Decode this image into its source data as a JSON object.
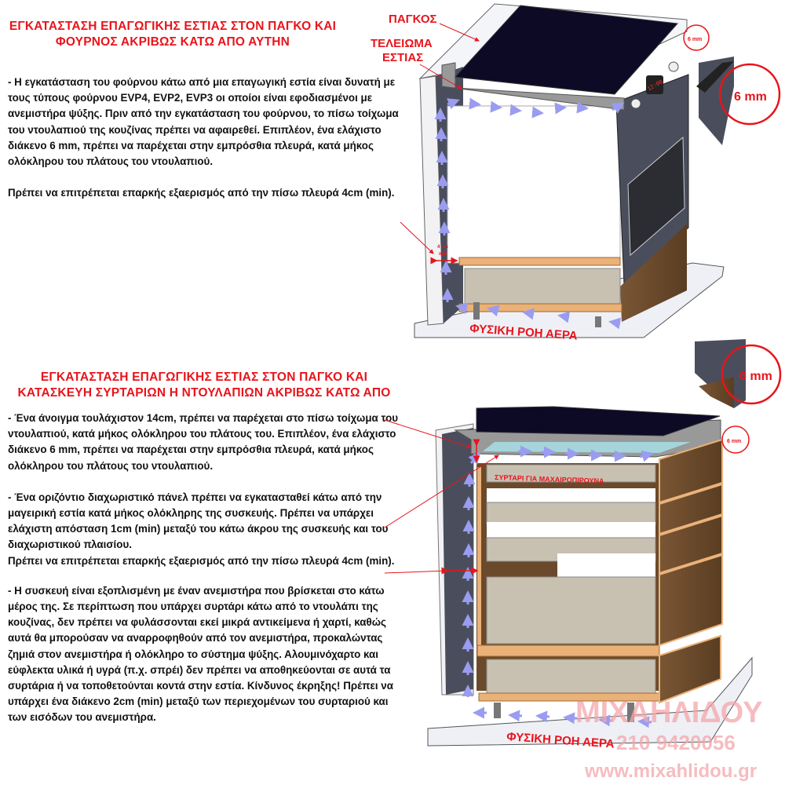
{
  "section1": {
    "title_line1": "ΕΓΚΑΤΑΣΤΑΣΗ ΕΠΑΓΩΓΙΚΗΣ ΕΣΤΙΑΣ ΣΤΟΝ ΠΑΓΚΟ ΚΑΙ",
    "title_line2": "ΦΟΥΡΝΟΣ  ΑΚΡΙΒΩΣ ΚΑΤΩ ΑΠΟ ΑΥΤΗΝ",
    "paragraphs": [
      " - Η εγκατάσταση του φούρνου κάτω από μια επαγωγική εστία είναι δυνατή με τους τύπους φούρνου EVP4, EVP2, EVP3 οι οποίοι είναι εφοδιασμένοι με ανεμιστήρα ψύξης. Πριν από την εγκατάσταση του φούρνου, το πίσω τοίχωμα του ντουλαπιού της κουζίνας πρέπει να αφαιρεθεί. Επιπλέον, ένα ελάχιστο διάκενο 6 mm, πρέπει να παρέχεται στην εμπρόσθια πλευρά, κατά μήκος ολόκληρου του πλάτους του ντουλαπιού.",
      " Πρέπει να επιτρέπεται επαρκής εξαερισμός από την πίσω πλευρά 4cm (min)."
    ],
    "diagram": {
      "label_counter": "ΠΑΓΚΟΣ",
      "label_finish_line1": "ΤΕΛΕΙΩΜΑ",
      "label_finish_line2": "ΕΣΤΙΑΣ",
      "gap_small": "6 mm",
      "gap_large": "6 mm",
      "rear_gap_line1": "4 cm",
      "rear_gap_line2": "min",
      "airflow": "ΦΥΣΙΚΗ ΡΟΗ ΑΕΡΑ",
      "oven_display": "12:00"
    }
  },
  "section2": {
    "title_line1": "ΕΓΚΑΤΑΣΤΑΣΗ ΕΠΑΓΩΓΙΚΗΣ ΕΣΤΙΑΣ ΣΤΟΝ ΠΑΓΚΟ ΚΑΙ",
    "title_line2": "ΚΑΤΑΣΚΕΥΗ ΣΥΡΤΑΡΙΩΝ Η ΝΤΟΥΛΑΠΙΩΝ ΑΚΡΙΒΩΣ ΚΑΤΩ ΑΠΟ",
    "paragraphs": [
      " - Ένα άνοιγμα τουλάχιστον 14cm, πρέπει να παρέχεται στο πίσω τοίχωμα του ντουλαπιού, κατά μήκος ολόκληρου του πλάτους του. Επιπλέον, ένα ελάχιστο διάκενο 6 mm, πρέπει να παρέχεται στην εμπρόσθια πλευρά, κατά μήκος ολόκληρου του πλάτους του ντουλαπιού.",
      "- Ένα οριζόντιο διαχωριστικό πάνελ πρέπει να εγκατασταθεί κάτω από την μαγειρική εστία κατά μήκος ολόκληρης της συσκευής. Πρέπει να υπάρχει ελάχιστη απόσταση 1cm (min) μεταξύ του κάτω άκρου της συσκευής και του διαχωριστικού πλαισίου.\n Πρέπει να επιτρέπεται επαρκής εξαερισμός από την πίσω πλευρά 4cm (min).",
      "- Η συσκευή είναι εξοπλισμένη με έναν ανεμιστήρα που βρίσκεται στο κάτω μέρος της. Σε περίπτωση που υπάρχει συρτάρι κάτω από το ντουλάπι της κουζίνας, δεν πρέπει να φυλάσσονται εκεί μικρά αντικείμενα ή χαρτί, καθώς αυτά θα μπορούσαν να αναρροφηθούν από τον ανεμιστήρα, προκαλώντας ζημιά στον ανεμιστήρα ή ολόκληρο το σύστημα ψύξης. Αλουμινόχαρτο και εύφλεκτα υλικά ή υγρά (π.χ. σπρέι) δεν πρέπει να αποθηκεύονται σε αυτά τα συρτάρια ή να τοποθετούνται κοντά στην εστία. Κίνδυνος έκρηξης! Πρέπει να υπάρχει ένα διάκενο 2cm (min) μεταξύ των περιεχομένων του συρταριού και των εισόδων του ανεμιστήρα."
    ],
    "diagram": {
      "drawer_label": "ΣΥΡΤΑΡΙ ΓΙΑ ΜΑΧΑΙΡΟΠΙΡΟΥΝΑ",
      "gap_small": "6 mm",
      "gap_large": "6 mm",
      "airflow": "ΦΥΣΙΚΗ ΡΟΗ ΑΕΡΑ"
    }
  },
  "watermark": {
    "name": "ΜΙΧΑΗΛΙΔΟΥ",
    "phone": "210 9420056",
    "website": "www.mixahlidou.gr"
  },
  "colors": {
    "accent_red": "#e8141b",
    "airflow_arrow": "#9a9cf0",
    "hob": "#0d0a26",
    "panel_dark": "#4a4e5c",
    "wood": "#6b4a2b"
  }
}
